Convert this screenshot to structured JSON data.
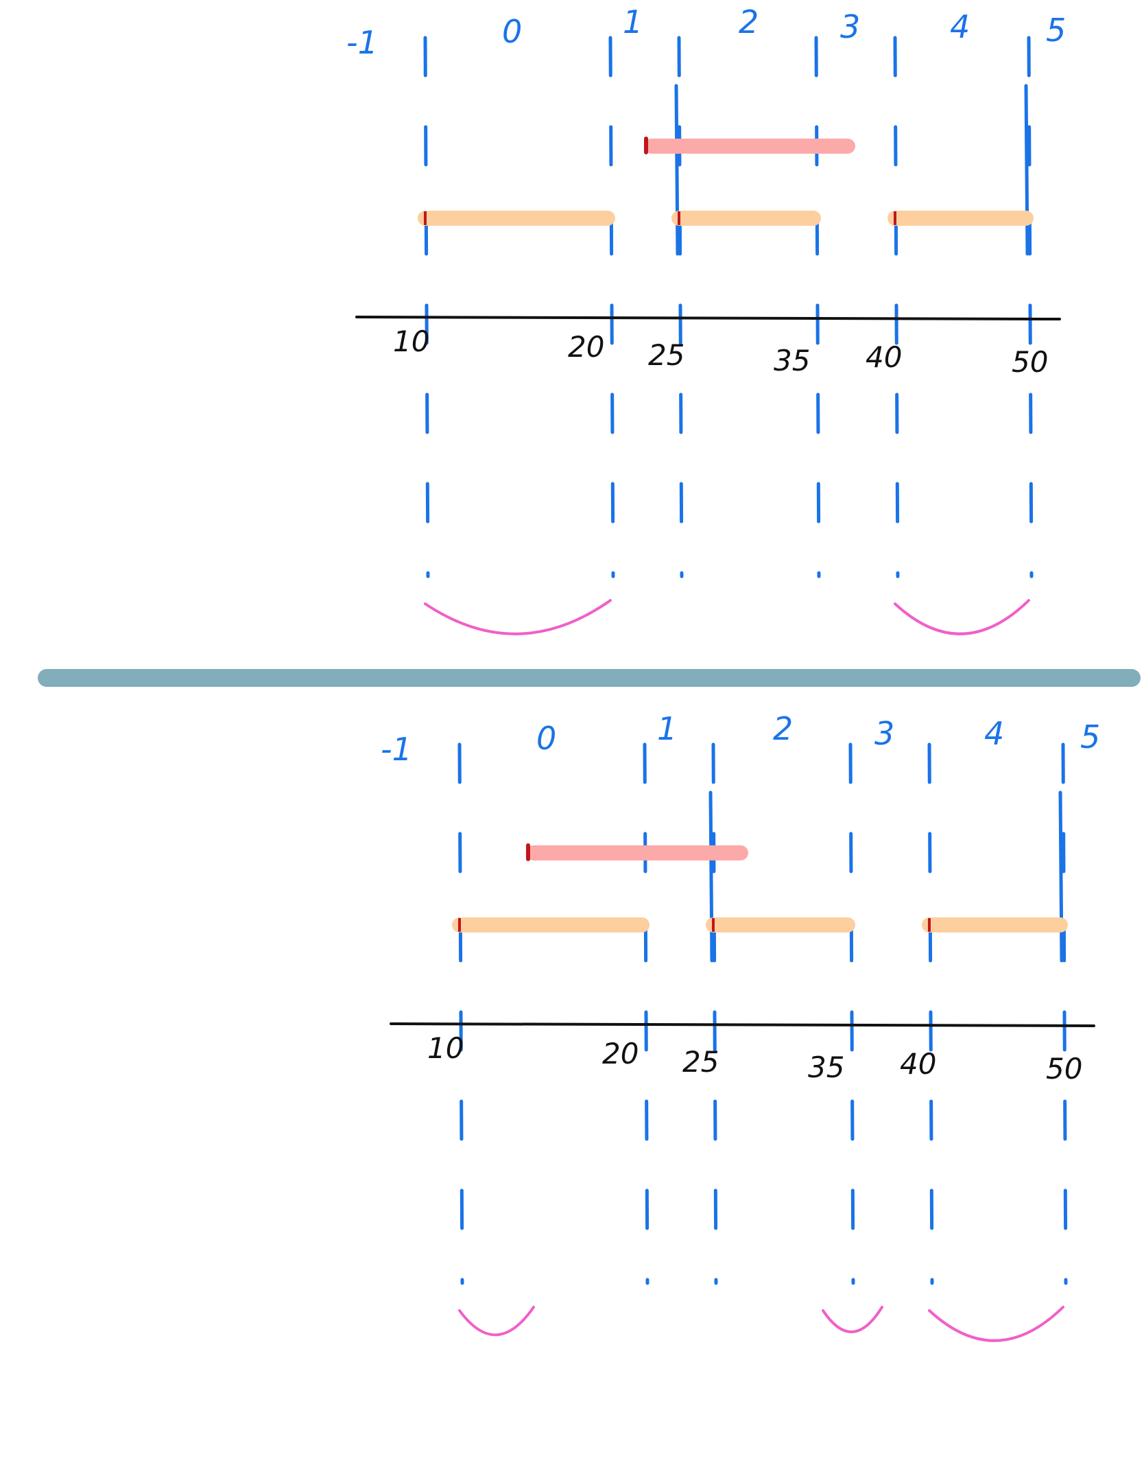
{
  "colors": {
    "guide": "#1a73e8",
    "axis": "#111111",
    "query_bar": "#fca9a9",
    "interval_bar": "#fdcf9e",
    "bar_tip": "#c0171c",
    "merge_arc": "#f060c8",
    "separator": "#82adbb"
  },
  "panels": [
    {
      "index_labels": [
        "-1",
        "0",
        "1",
        "2",
        "3",
        "4",
        "5"
      ],
      "axis_ticks": [
        "10",
        "20",
        "25",
        "35",
        "40",
        "50"
      ],
      "intervals": [
        [
          10,
          20
        ],
        [
          25,
          35
        ],
        [
          40,
          50
        ]
      ],
      "query": [
        23,
        37
      ],
      "arcs": [
        [
          10,
          20
        ],
        [
          40,
          50
        ]
      ]
    },
    {
      "index_labels": [
        "-1",
        "0",
        "1",
        "2",
        "3",
        "4",
        "5"
      ],
      "axis_ticks": [
        "10",
        "20",
        "25",
        "35",
        "40",
        "50"
      ],
      "intervals": [
        [
          10,
          20
        ],
        [
          25,
          35
        ],
        [
          40,
          50
        ]
      ],
      "query": [
        14,
        27
      ],
      "arcs": [
        [
          10,
          14
        ],
        [
          33,
          37
        ],
        [
          40,
          50
        ]
      ]
    }
  ]
}
